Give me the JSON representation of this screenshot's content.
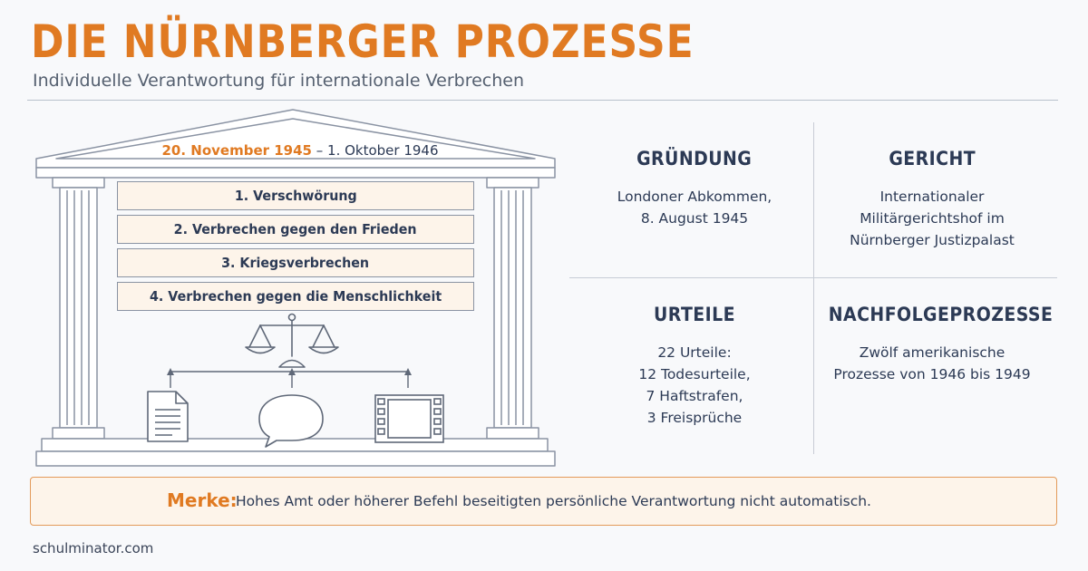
{
  "title": "DIE NÜRNBERGER PROZESSE",
  "subtitle": "Individuelle Verantwortung für internationale Verbrechen",
  "temple": {
    "period_start": "20. November 1945",
    "period_rest": " – 1. Oktober 1946",
    "charges": [
      "1. Verschwörung",
      "2. Verbrechen gegen den Frieden",
      "3. Kriegsverbrechen",
      "4. Verbrechen gegen die Menschlichkeit"
    ],
    "icons": [
      "scales-icon",
      "document-icon",
      "speech-bubble-icon",
      "film-icon"
    ]
  },
  "info": {
    "gruendung": {
      "title": "GRÜNDUNG",
      "lines": [
        "Londoner Abkommen,",
        "8. August 1945"
      ]
    },
    "gericht": {
      "title": "GERICHT",
      "lines": [
        "Internationaler",
        "Militärgerichtshof im",
        "Nürnberger Justizpalast"
      ]
    },
    "urteile": {
      "title": "URTEILE",
      "lines": [
        "22 Urteile:",
        "12 Todesurteile,",
        "7 Haftstrafen,",
        "3 Freisprüche"
      ]
    },
    "nachfolge": {
      "title": "NACHFOLGEPROZESSE",
      "lines": [
        "Zwölf amerikanische",
        "Prozesse von 1946 bis 1949"
      ]
    }
  },
  "merke": {
    "label": "Merke:",
    "text": "Hohes Amt oder höherer Befehl beseitigten persönliche Verantwortung nicht automatisch."
  },
  "footer": "schulminator.com",
  "colors": {
    "accent": "#e07a22",
    "navy": "#2c3a55",
    "line": "#8a93a3",
    "box_fill": "#fdf4ea"
  }
}
